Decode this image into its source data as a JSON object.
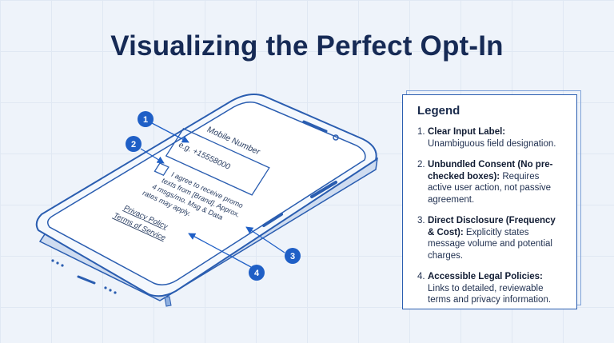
{
  "title": "Visualizing the Perfect Opt-In",
  "phone": {
    "field_label": "Mobile Number",
    "placeholder": "e.g. +15558000",
    "consent_lines": [
      "I agree to receive promo",
      "texts from [Brand]. Approx.",
      "4 msgs/mo. Msg & Data",
      "rates may apply."
    ],
    "privacy_link": "Privacy Policy",
    "terms_link": "Terms of Service"
  },
  "callouts": [
    "1",
    "2",
    "3",
    "4"
  ],
  "legend": {
    "heading": "Legend",
    "items": [
      {
        "num": "1.",
        "bold": "Clear Input Label:",
        "text": "Unambiguous field designation."
      },
      {
        "num": "2.",
        "bold": "Unbundled Consent (No pre-checked boxes):",
        "text": "Requires active user action, not passive agreement."
      },
      {
        "num": "3.",
        "bold": "Direct Disclosure (Frequency & Cost):",
        "text": "Explicitly states message volume and potential charges."
      },
      {
        "num": "4.",
        "bold": "Accessible Legal Policies:",
        "text": "Links to detailed, reviewable terms and privacy information."
      }
    ]
  },
  "colors": {
    "accent": "#1f5fc6",
    "outline": "#2a5db0",
    "title": "#162a55"
  }
}
